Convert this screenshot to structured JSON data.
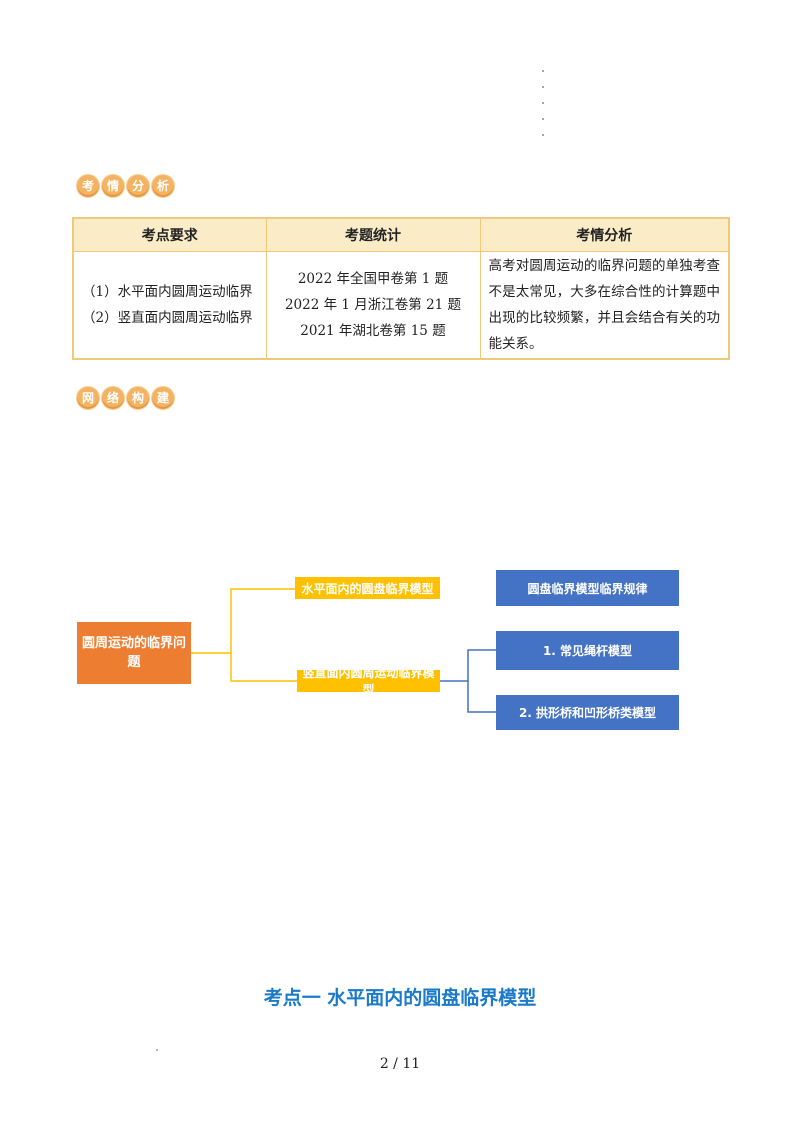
{
  "badges": {
    "analysis": [
      "考",
      "情",
      "分",
      "析"
    ],
    "network": [
      "网",
      "络",
      "构",
      "建"
    ]
  },
  "table": {
    "headers": [
      "考点要求",
      "考题统计",
      "考情分析"
    ],
    "requirements": [
      "（1）水平面内圆周运动临界",
      "（2）竖直面内圆周运动临界"
    ],
    "exam_stats": [
      "2022 年全国甲卷第 1 题",
      "2022 年 1 月浙江卷第 21 题",
      "2021 年湖北卷第 15 题"
    ],
    "analysis": "高考对圆周运动的临界问题的单独考查不是太常见，大多在综合性的计算题中出现的比较频繁，并且会结合有关的功能关系。"
  },
  "mindmap": {
    "root": "圆周运动的临界问题",
    "branch1": "水平面内的圆盘临界模型",
    "branch2": "竖直面内圆周运动临界模型",
    "note": "圆盘临界模型临界规律",
    "sub1": "1. 常见绳杆模型",
    "sub2": "2. 拱形桥和凹形桥类模型",
    "colors": {
      "root": "#ed7d31",
      "branch": "#ffc000",
      "sub": "#4472c4"
    }
  },
  "section_title": "考点一  水平面内的圆盘临界模型",
  "page_number": "2 / 11"
}
